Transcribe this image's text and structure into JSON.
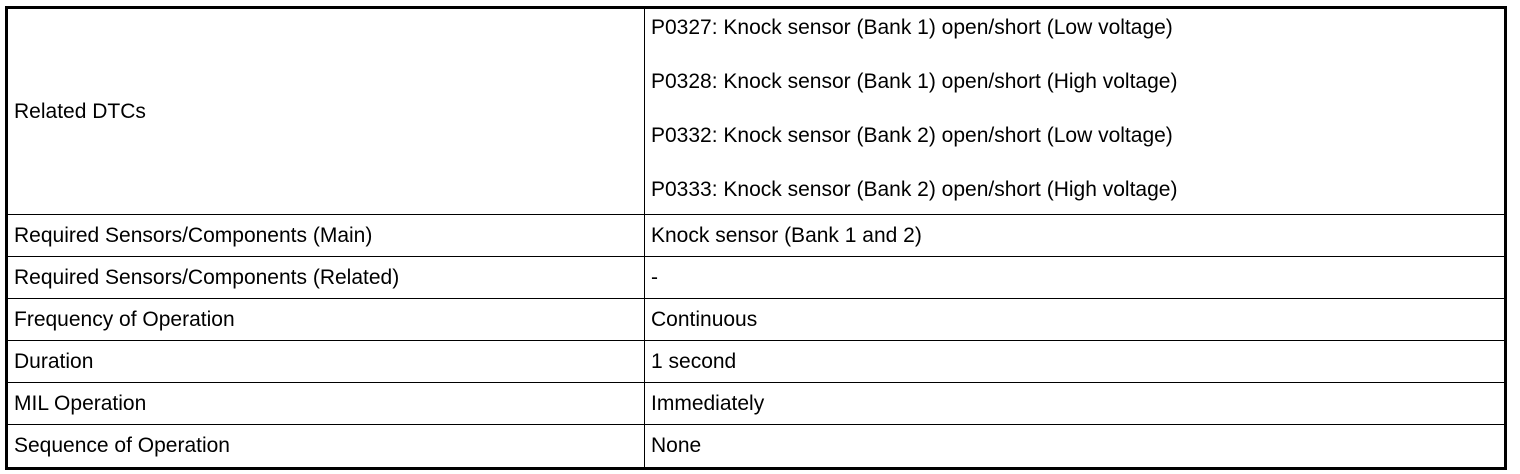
{
  "table": {
    "rows": [
      {
        "label": "Related DTCs",
        "values": [
          "P0327: Knock sensor (Bank 1) open/short (Low voltage)",
          "P0328: Knock sensor (Bank 1) open/short (High voltage)",
          "P0332: Knock sensor (Bank 2) open/short (Low voltage)",
          "P0333: Knock sensor (Bank 2) open/short (High voltage)"
        ]
      },
      {
        "label": "Required Sensors/Components (Main)",
        "value": "Knock sensor (Bank 1 and 2)"
      },
      {
        "label": "Required Sensors/Components (Related)",
        "value": "-"
      },
      {
        "label": "Frequency of Operation",
        "value": "Continuous"
      },
      {
        "label": "Duration",
        "value": "1 second"
      },
      {
        "label": "MIL Operation",
        "value": "Immediately"
      },
      {
        "label": "Sequence of Operation",
        "value": "None"
      }
    ]
  }
}
